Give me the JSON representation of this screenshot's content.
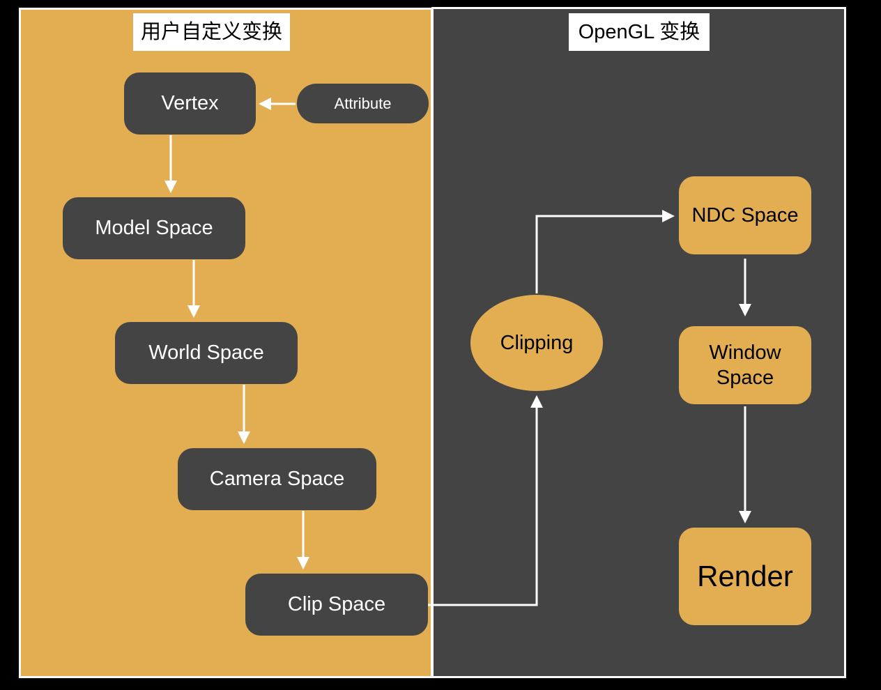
{
  "panels": {
    "left_title": "用户自定义变换",
    "right_title": "OpenGL 变换"
  },
  "nodes": {
    "vertex": "Vertex",
    "attribute": "Attribute",
    "model_space": "Model Space",
    "world_space": "World Space",
    "camera_space": "Camera Space",
    "clip_space": "Clip Space",
    "clipping": "Clipping",
    "ndc_space": "NDC Space",
    "window_space": "Window Space",
    "render": "Render"
  },
  "colors": {
    "background": "#000000",
    "gold": "#e3ad52",
    "dark": "#444444",
    "arrow": "#ffffff"
  }
}
